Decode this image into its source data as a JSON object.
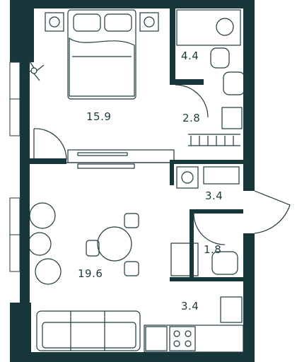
{
  "floorplan": {
    "rooms": [
      {
        "id": "bedroom",
        "area": "15.9"
      },
      {
        "id": "bathroom-top",
        "area": "4.4"
      },
      {
        "id": "corridor",
        "area": "2.8"
      },
      {
        "id": "laundry-hall",
        "area": "3.4"
      },
      {
        "id": "bathroom-bottom",
        "area": "1.8"
      },
      {
        "id": "living-room",
        "area": "19.6"
      },
      {
        "id": "kitchen",
        "area": "3.4"
      }
    ],
    "colors": {
      "wall": "#18373b",
      "line": "#1f3a3d",
      "window": "#ffffff",
      "background": "#ffffff"
    }
  }
}
